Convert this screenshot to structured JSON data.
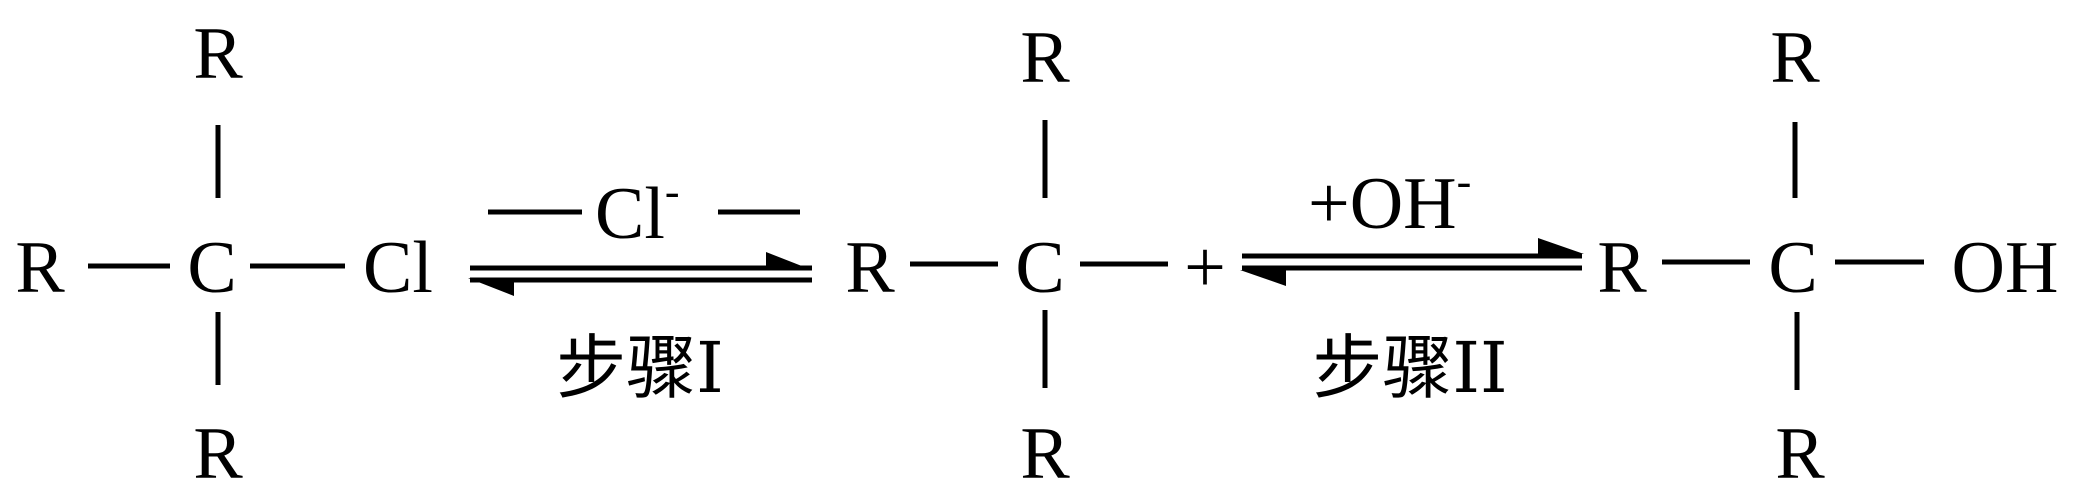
{
  "molecule_left": {
    "center": "C",
    "top": "R",
    "bottom": "R",
    "left": "R",
    "right": "Cl"
  },
  "step1": {
    "above_prefix": "Cl",
    "above_charge": "-",
    "below": "步骤I"
  },
  "carbocation": {
    "center": "C",
    "top": "R",
    "bottom": "R",
    "left": "R",
    "charge": "+"
  },
  "step2": {
    "above_prefix": "+OH",
    "above_charge": "-",
    "below": "步骤II"
  },
  "molecule_right": {
    "center": "C",
    "top": "R",
    "bottom": "R",
    "left": "R",
    "right": "OH"
  },
  "colors": {
    "ink": "#000000",
    "background": "#ffffff"
  }
}
